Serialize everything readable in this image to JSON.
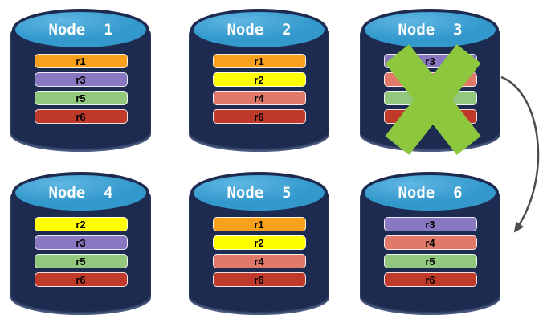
{
  "diagram": {
    "colors": {
      "cylinder_body": "#1E2B50",
      "cylinder_top": "#3399CC",
      "cylinder_top_highlight": "#5FB6E2",
      "failure_x": "#8DC73E",
      "arrow": "#4D4D4D",
      "replica_orange": "#F9A11C",
      "replica_yellow": "#FFFF00",
      "replica_purple": "#8878C2",
      "replica_salmon": "#E0796A",
      "replica_green": "#92C77E",
      "replica_red": "#C03A2B"
    },
    "nodes": [
      {
        "title": "Node  1",
        "failed": false,
        "replicas": [
          {
            "label": "r1",
            "color": "#F9A11C"
          },
          {
            "label": "r3",
            "color": "#8878C2"
          },
          {
            "label": "r5",
            "color": "#92C77E"
          },
          {
            "label": "r6",
            "color": "#C03A2B"
          }
        ]
      },
      {
        "title": "Node  2",
        "failed": false,
        "replicas": [
          {
            "label": "r1",
            "color": "#F9A11C"
          },
          {
            "label": "r2",
            "color": "#FFFF00"
          },
          {
            "label": "r4",
            "color": "#E0796A"
          },
          {
            "label": "r6",
            "color": "#C03A2B"
          }
        ]
      },
      {
        "title": "Node  3",
        "failed": true,
        "replicas": [
          {
            "label": "r3",
            "color": "#8878C2"
          },
          {
            "label": "",
            "color": "#E0796A"
          },
          {
            "label": "",
            "color": "#92C77E"
          },
          {
            "label": "",
            "color": "#C03A2B"
          }
        ]
      },
      {
        "title": "Node  4",
        "failed": false,
        "replicas": [
          {
            "label": "r2",
            "color": "#FFFF00"
          },
          {
            "label": "r3",
            "color": "#8878C2"
          },
          {
            "label": "r5",
            "color": "#92C77E"
          },
          {
            "label": "r6",
            "color": "#C03A2B"
          }
        ]
      },
      {
        "title": "Node  5",
        "failed": false,
        "replicas": [
          {
            "label": "r1",
            "color": "#F9A11C"
          },
          {
            "label": "r2",
            "color": "#FFFF00"
          },
          {
            "label": "r4",
            "color": "#E0796A"
          },
          {
            "label": "r6",
            "color": "#C03A2B"
          }
        ]
      },
      {
        "title": "Node  6",
        "failed": false,
        "replicas": [
          {
            "label": "r3",
            "color": "#8878C2"
          },
          {
            "label": "r4",
            "color": "#E0796A"
          },
          {
            "label": "r5",
            "color": "#92C77E"
          },
          {
            "label": "r6",
            "color": "#C03A2B"
          }
        ]
      }
    ],
    "arrow": {
      "from": "Node 3",
      "to": "Node 6"
    }
  }
}
